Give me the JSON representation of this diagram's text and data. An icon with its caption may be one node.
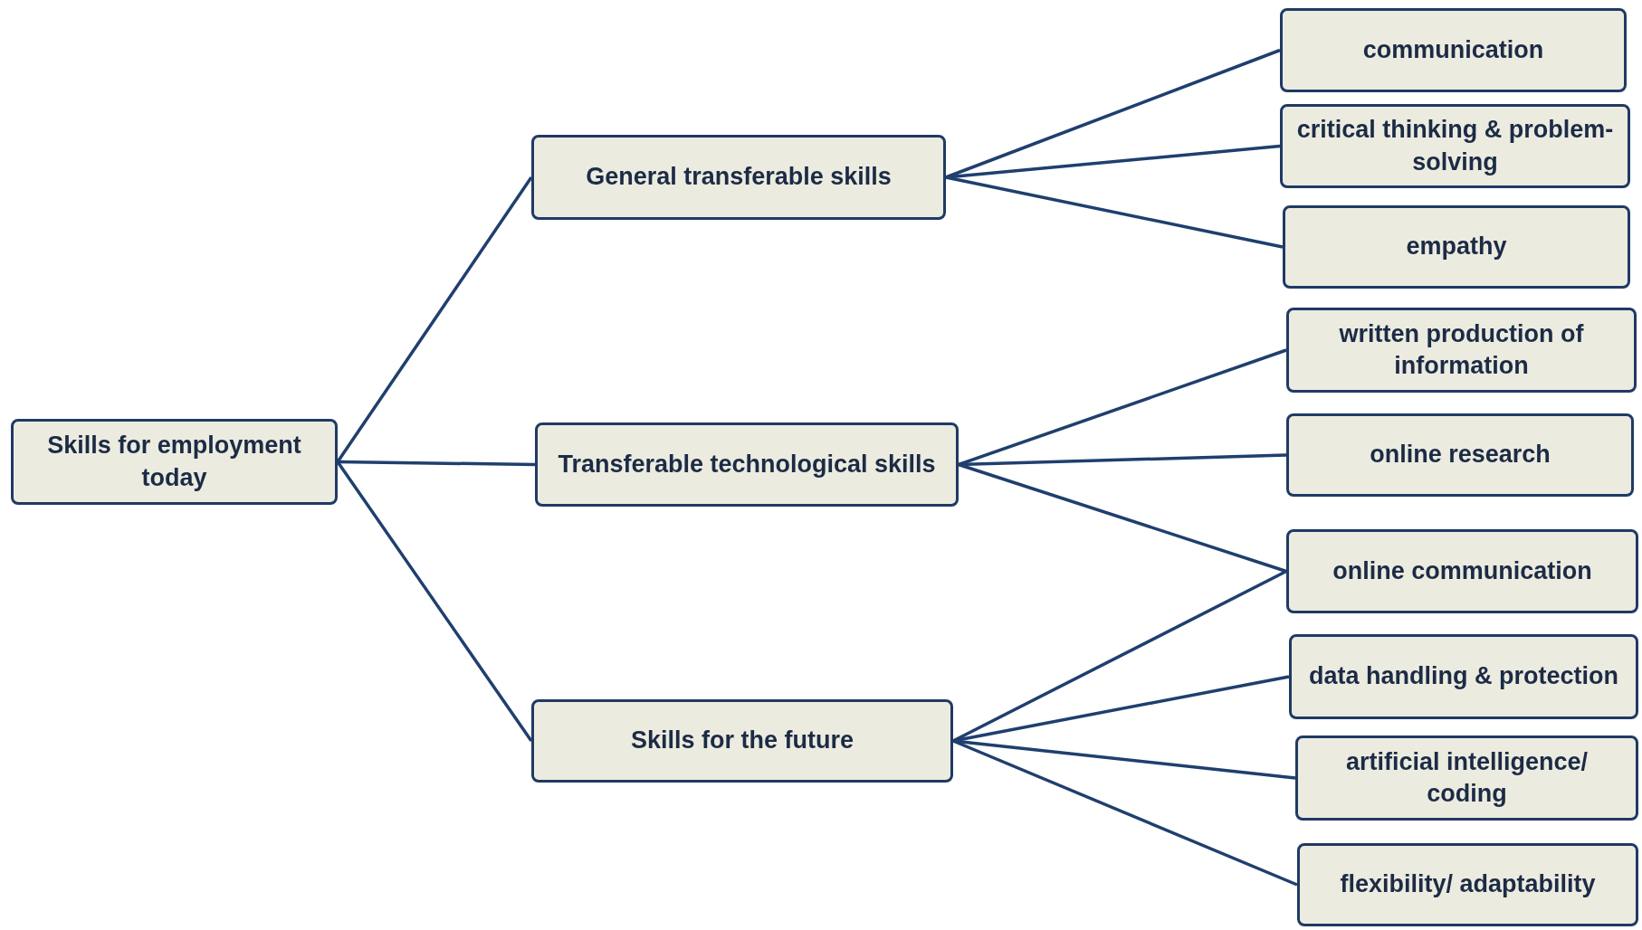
{
  "diagram": {
    "nodes": [
      {
        "text": [
          "Skills for employment today"
        ]
      },
      {
        "text": [
          "General transferable skills"
        ]
      },
      {
        "text": [
          "Transferable technological skills"
        ]
      },
      {
        "text": [
          "Skills for the future"
        ]
      },
      {
        "text": [
          "communication"
        ]
      },
      {
        "text": [
          "critical thinking & problem-solving"
        ]
      },
      {
        "text": [
          "empathy"
        ]
      },
      {
        "text": [
          "written production of information"
        ]
      },
      {
        "text": [
          "online research"
        ]
      },
      {
        "text": [
          "online communication"
        ]
      },
      {
        "text": [
          "data handling & protection"
        ]
      },
      {
        "text": [
          "artificial intelligence/ coding"
        ]
      },
      {
        "text": [
          "flexibility/ adaptability"
        ]
      }
    ],
    "edges": [
      {
        "from": 0,
        "to": 1,
        "arrow": "none"
      },
      {
        "from": 0,
        "to": 2,
        "arrow": "none"
      },
      {
        "from": 0,
        "to": 3,
        "arrow": "none"
      },
      {
        "from": 1,
        "to": 4,
        "arrow": "none"
      },
      {
        "from": 1,
        "to": 5,
        "arrow": "none"
      },
      {
        "from": 1,
        "to": 6,
        "arrow": "none"
      },
      {
        "from": 2,
        "to": 7,
        "arrow": "none"
      },
      {
        "from": 2,
        "to": 8,
        "arrow": "none"
      },
      {
        "from": 2,
        "to": 9,
        "arrow": "none"
      },
      {
        "from": 3,
        "to": 9,
        "arrow": "none"
      },
      {
        "from": 3,
        "to": 10,
        "arrow": "none"
      },
      {
        "from": 3,
        "to": 11,
        "arrow": "none"
      },
      {
        "from": 3,
        "to": 12,
        "arrow": "none"
      }
    ]
  }
}
